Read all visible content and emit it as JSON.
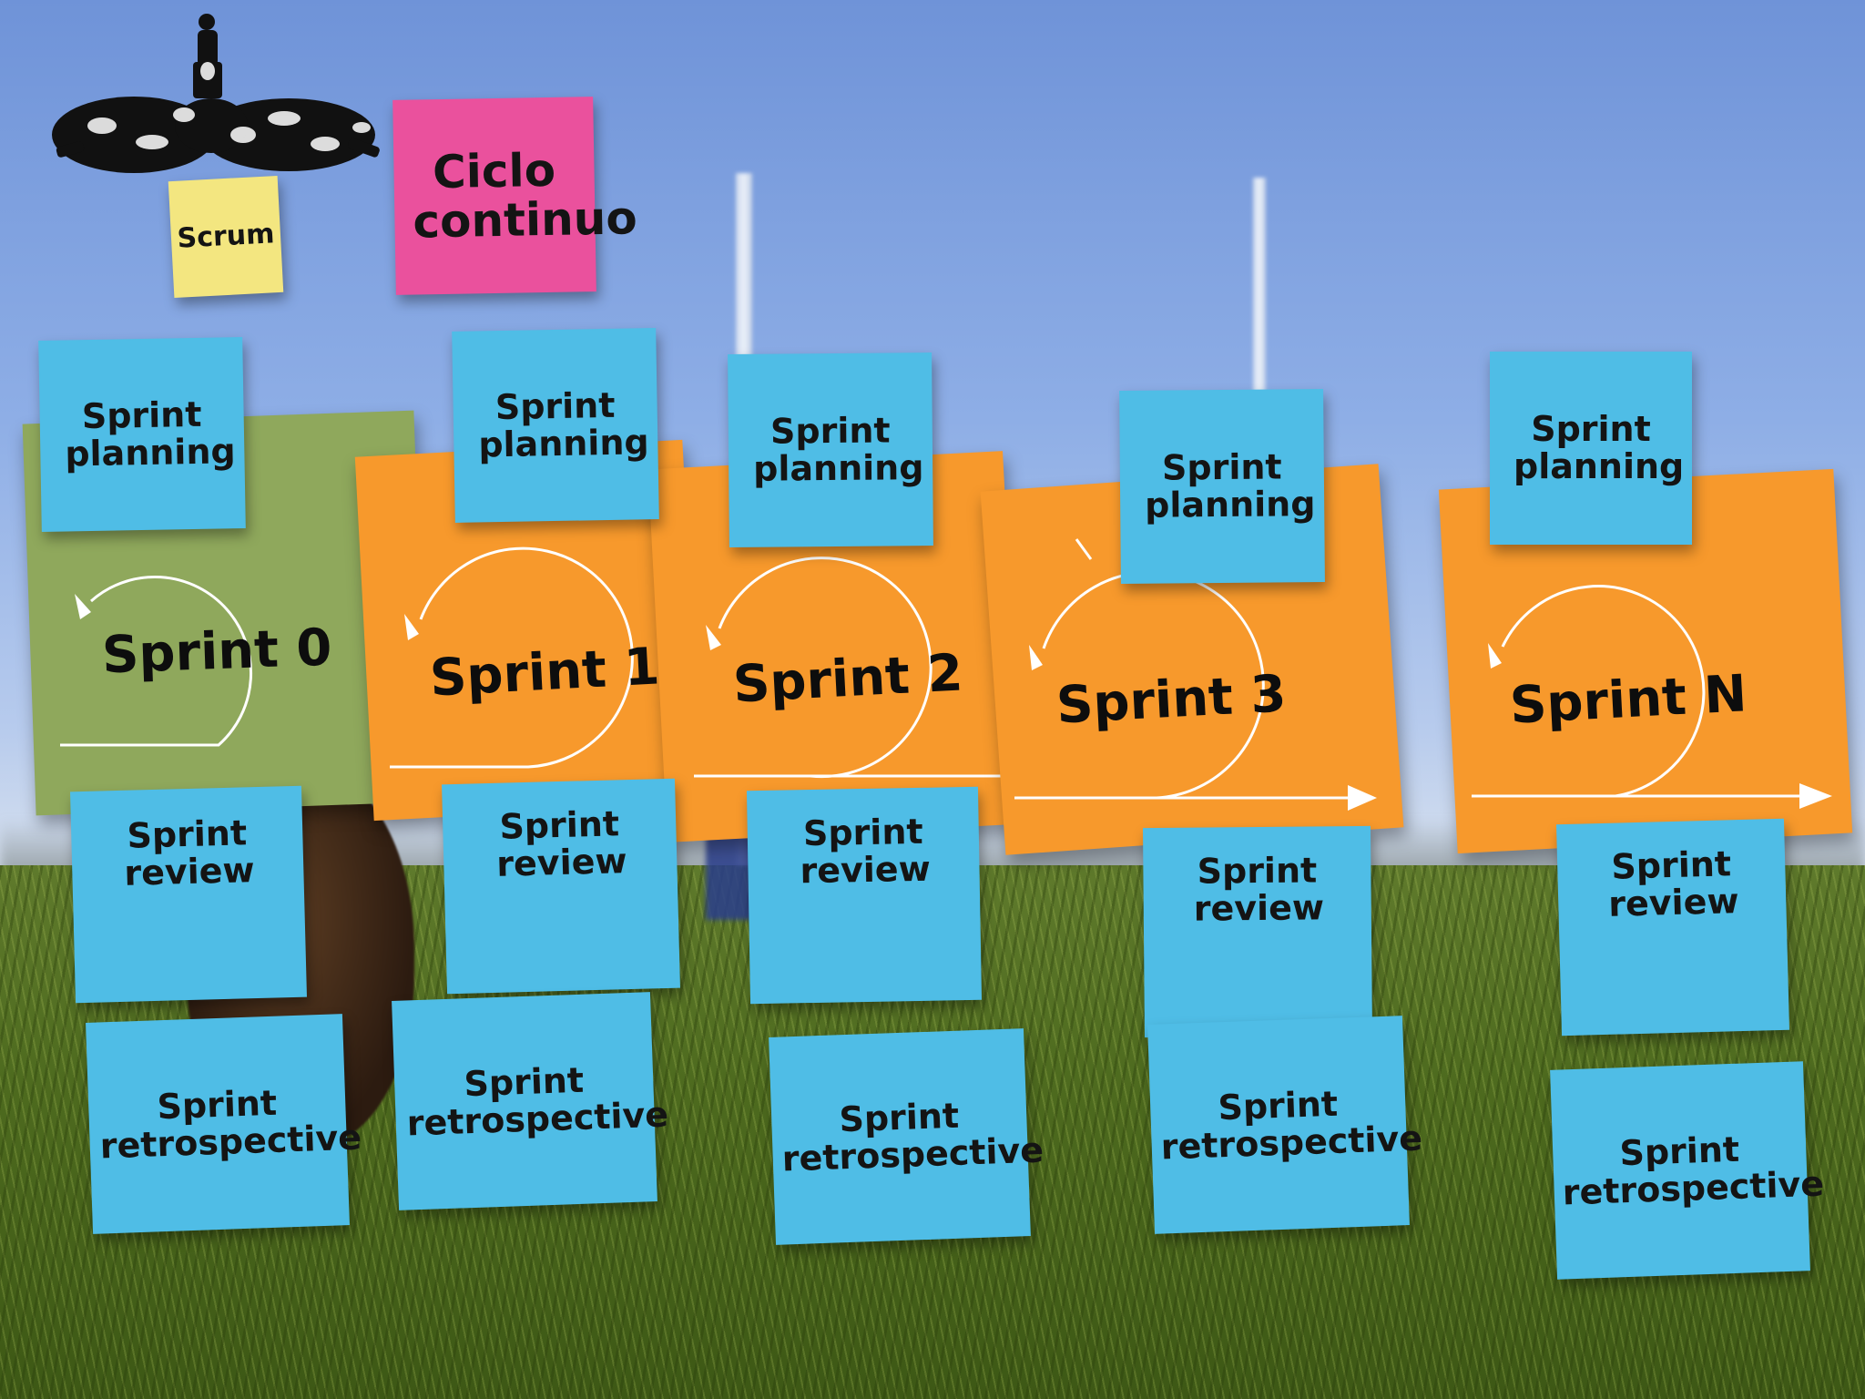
{
  "header": {
    "scrum_label": "Scrum",
    "ciclo_label": "Ciclo continuo"
  },
  "sprints": [
    {
      "name": "Sprint 0",
      "planning": "Sprint planning",
      "review": "Sprint review",
      "retrospective": "Sprint retrospective",
      "sheet_color": "#8fa85c"
    },
    {
      "name": "Sprint 1",
      "planning": "Sprint planning",
      "review": "Sprint review",
      "retrospective": "Sprint retrospective",
      "sheet_color": "#f7992c"
    },
    {
      "name": "Sprint 2",
      "planning": "Sprint planning",
      "review": "Sprint review",
      "retrospective": "Sprint retrospective",
      "sheet_color": "#f7992c"
    },
    {
      "name": "Sprint 3",
      "planning": "Sprint planning",
      "review": "Sprint review",
      "retrospective": "Sprint retrospective",
      "sheet_color": "#f7992c"
    },
    {
      "name": "Sprint N",
      "planning": "Sprint planning",
      "review": "Sprint review",
      "retrospective": "Sprint retrospective",
      "sheet_color": "#f7992c"
    }
  ],
  "colors": {
    "sticky_blue": "#4fbde6",
    "sticky_yellow": "#f3e680",
    "sticky_pink": "#ea519d",
    "sheet_orange": "#f7992c",
    "sheet_green": "#8fa85c"
  }
}
